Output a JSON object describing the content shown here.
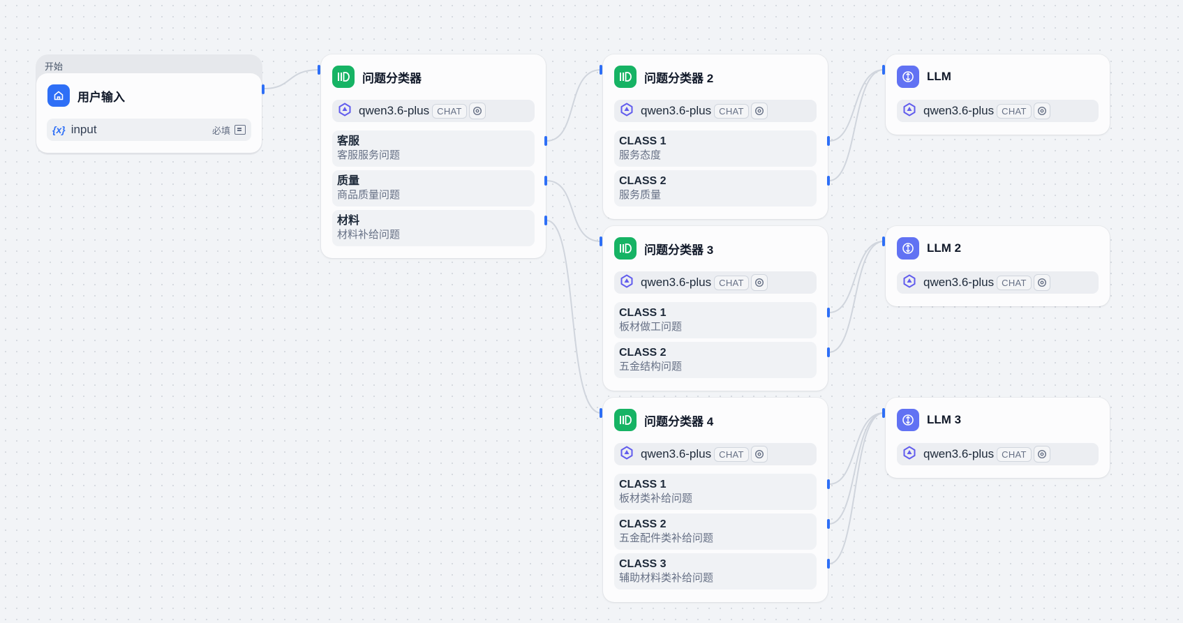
{
  "colors": {
    "accent": "#2e6ff6",
    "classifier": "#16b364",
    "llm": "#6172f3",
    "edge": "#d0d5dd"
  },
  "start": {
    "section_label": "开始",
    "title": "用户输入",
    "icon": "home-icon",
    "var_prefix": "{x}",
    "variable": "input",
    "required": "必填"
  },
  "classifier1": {
    "title": "问题分类器",
    "model": "qwen3.6-plus",
    "tag": "CHAT",
    "classes": [
      {
        "name": "客服",
        "desc": "客服服务问题"
      },
      {
        "name": "质量",
        "desc": "商品质量问题"
      },
      {
        "name": "材料",
        "desc": "材料补给问题"
      }
    ]
  },
  "classifier2": {
    "title": "问题分类器 2",
    "model": "qwen3.6-plus",
    "tag": "CHAT",
    "classes": [
      {
        "name": "CLASS 1",
        "desc": "服务态度"
      },
      {
        "name": "CLASS 2",
        "desc": "服务质量"
      }
    ]
  },
  "classifier3": {
    "title": "问题分类器 3",
    "model": "qwen3.6-plus",
    "tag": "CHAT",
    "classes": [
      {
        "name": "CLASS 1",
        "desc": "板材做工问题"
      },
      {
        "name": "CLASS 2",
        "desc": "五金结构问题"
      }
    ]
  },
  "classifier4": {
    "title": "问题分类器 4",
    "model": "qwen3.6-plus",
    "tag": "CHAT",
    "classes": [
      {
        "name": "CLASS 1",
        "desc": "板材类补给问题"
      },
      {
        "name": "CLASS 2",
        "desc": "五金配件类补给问题"
      },
      {
        "name": "CLASS 3",
        "desc": "辅助材料类补给问题"
      }
    ]
  },
  "llm1": {
    "title": "LLM",
    "model": "qwen3.6-plus",
    "tag": "CHAT"
  },
  "llm2": {
    "title": "LLM 2",
    "model": "qwen3.6-plus",
    "tag": "CHAT"
  },
  "llm3": {
    "title": "LLM 3",
    "model": "qwen3.6-plus",
    "tag": "CHAT"
  }
}
